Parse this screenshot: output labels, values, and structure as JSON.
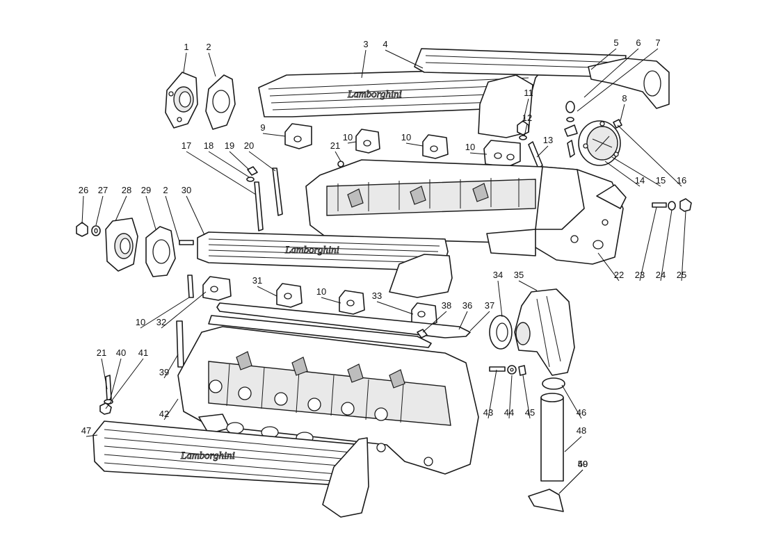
{
  "diagram": {
    "callouts": [
      "1",
      "2",
      "3",
      "4",
      "5",
      "6",
      "7",
      "8",
      "9",
      "10",
      "10",
      "10",
      "11",
      "12",
      "13",
      "14",
      "15",
      "16",
      "17",
      "18",
      "19",
      "20",
      "21",
      "22",
      "23",
      "24",
      "25",
      "26",
      "27",
      "28",
      "29",
      "2",
      "30",
      "31",
      "10",
      "10",
      "32",
      "33",
      "34",
      "35",
      "36",
      "37",
      "38",
      "39",
      "21",
      "40",
      "41",
      "42",
      "43",
      "44",
      "45",
      "46",
      "47",
      "48",
      "49",
      "50"
    ]
  }
}
